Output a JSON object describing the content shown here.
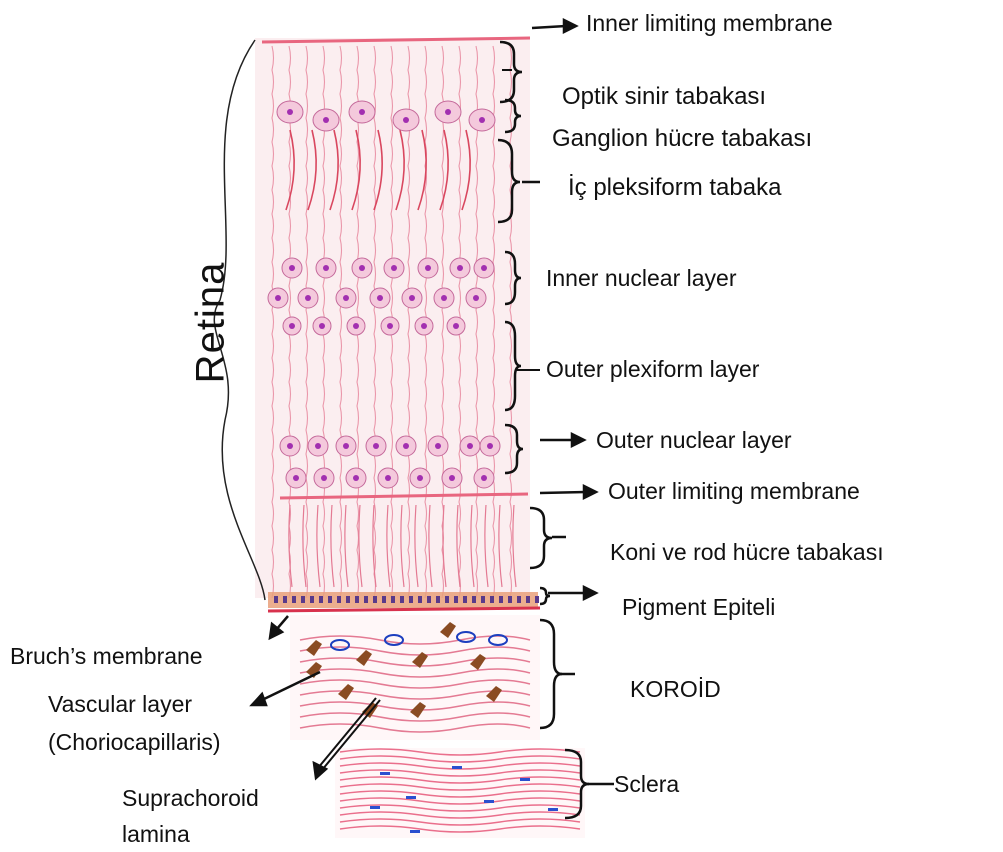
{
  "colors": {
    "tissue_bg": "#fbeef0",
    "cell_fill": "#f4c9dc",
    "nucleus": "#a22fb0",
    "fiber": "#e47a93",
    "membrane": "#e8667f",
    "pigment": "#c46a2e",
    "melanocyte": "#8a4b22",
    "sclera_nuclei": "#2a4fcf",
    "ink": "#111111"
  },
  "labels": {
    "inner_limiting_membrane": "Inner limiting membrane",
    "optik_sinir": "Optik sinir tabakası",
    "ganglion": "Ganglion hücre tabakası",
    "ic_pleksiform": "İç pleksiform tabaka",
    "inner_nuclear": "Inner nuclear layer",
    "outer_plexiform": "Outer plexiform layer",
    "outer_nuclear": "Outer nuclear layer",
    "outer_limiting_membrane": "Outer limiting membrane",
    "koni_rod": "Koni ve rod hücre tabakası",
    "pigment_epiteli": "Pigment Epiteli",
    "koroid": "KOROİD",
    "sclera": "Sclera",
    "retina": "Retina",
    "bruch": "Bruch’s membrane",
    "vascular_line1": "Vascular layer",
    "vascular_line2": "(Choriocapillaris)",
    "suprachoroid_line1": "Suprachoroid",
    "suprachoroid_line2": "lamina"
  }
}
